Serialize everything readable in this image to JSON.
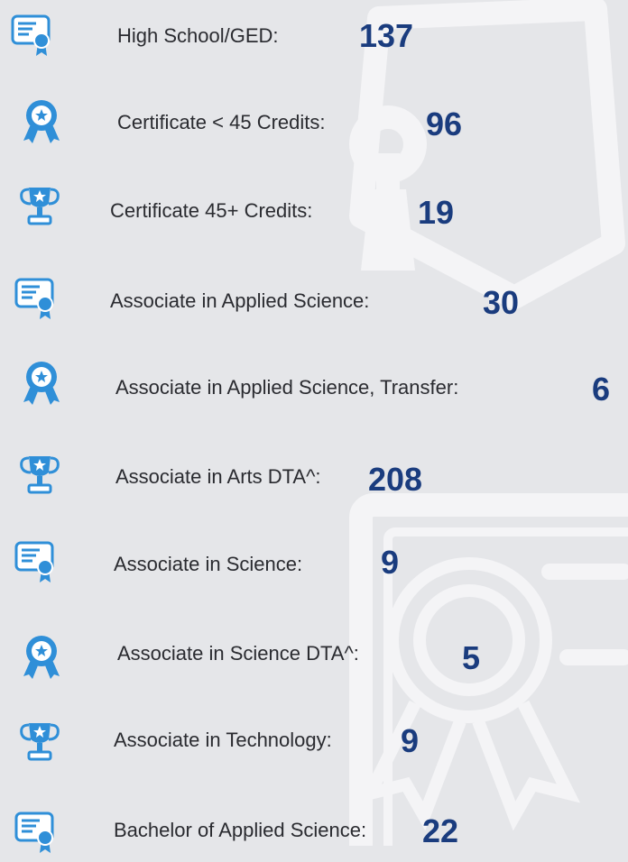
{
  "items": [
    {
      "label": "High School/GED:",
      "value": "137",
      "icon": "certificate-icon"
    },
    {
      "label": "Certificate < 45 Credits:",
      "value": "96",
      "icon": "award-ribbon-icon"
    },
    {
      "label": "Certificate 45+ Credits:",
      "value": "19",
      "icon": "trophy-icon"
    },
    {
      "label": "Associate in Applied Science:",
      "value": "30",
      "icon": "certificate-icon"
    },
    {
      "label": "Associate in Applied Science, Transfer:",
      "value": "6",
      "icon": "award-ribbon-icon"
    },
    {
      "label": "Associate in Arts DTA^:",
      "value": "208",
      "icon": "trophy-icon"
    },
    {
      "label": "Associate in Science:",
      "value": "9",
      "icon": "certificate-icon"
    },
    {
      "label": "Associate in Science DTA^:",
      "value": "5",
      "icon": "award-ribbon-icon"
    },
    {
      "label": "Associate in Technology:",
      "value": "9",
      "icon": "trophy-icon"
    },
    {
      "label": "Bachelor of Applied Science:",
      "value": "22",
      "icon": "certificate-icon"
    }
  ],
  "colors": {
    "accent": "#1a3c7e",
    "icon_blue": "#2f8fd8",
    "background": "#e5e6e9"
  }
}
